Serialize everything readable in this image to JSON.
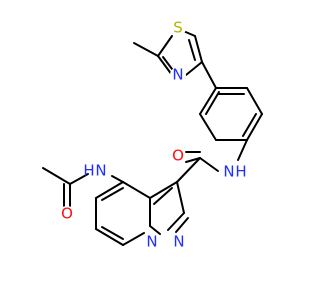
{
  "molecule": {
    "atoms": [
      {
        "id": "s1",
        "label": "S",
        "color": "#b3b300"
      },
      {
        "id": "n_thiazole",
        "label": "N",
        "color": "#1f2dff"
      },
      {
        "id": "o_amide",
        "label": "O",
        "color": "#ff0d0d"
      },
      {
        "id": "nh_amide",
        "label": "N",
        "color": "#1f2dff"
      },
      {
        "id": "h_amide",
        "label": "H",
        "color": "#1f2dff"
      },
      {
        "id": "nh_acetamide",
        "label": "N",
        "color": "#1f2dff"
      },
      {
        "id": "h_acetamide",
        "label": "H",
        "color": "#1f2dff"
      },
      {
        "id": "o_acetamide",
        "label": "O",
        "color": "#ff0d0d"
      },
      {
        "id": "n_bridge",
        "label": "N",
        "color": "#1f2dff"
      },
      {
        "id": "n_pyrazole",
        "label": "N",
        "color": "#1f2dff"
      }
    ]
  }
}
